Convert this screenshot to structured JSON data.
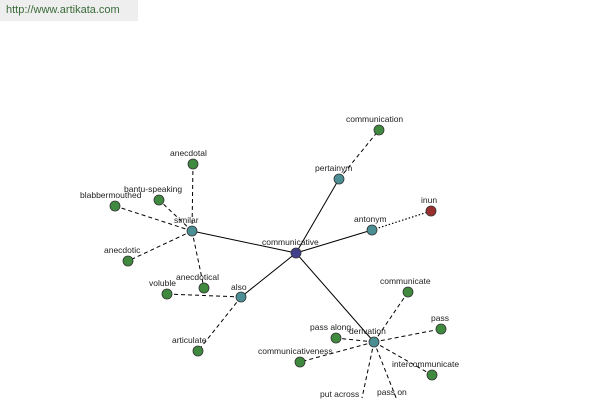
{
  "header": {
    "url": "http://www.artikata.com"
  },
  "colors": {
    "center": "#3f3f8a",
    "relation": "#4b8f95",
    "leaf": "#3f8a3f",
    "antonym_leaf": "#9b2f2f"
  },
  "graph": {
    "center": {
      "label": "communicative"
    },
    "relations": {
      "similar": {
        "label": "similar"
      },
      "also": {
        "label": "also"
      },
      "pertainym": {
        "label": "pertainym"
      },
      "antonym": {
        "label": "antonym"
      },
      "derivation": {
        "label": "derivation"
      }
    },
    "leaves": {
      "anecdotal": "anecdotal",
      "bantu_speaking": "bantu-speaking",
      "blabbermouthed": "blabbermouthed",
      "anecdotic": "anecdotic",
      "anecdotical": "anecdotical",
      "voluble": "voluble",
      "articulate": "articulate",
      "communication": "communication",
      "inun": "inun",
      "communicate": "communicate",
      "pass": "pass",
      "pass_along": "pass along",
      "communicativeness": "communicativeness",
      "intercommunicate": "intercommunicate",
      "put_across": "put across",
      "pass_on": "pass on"
    }
  }
}
